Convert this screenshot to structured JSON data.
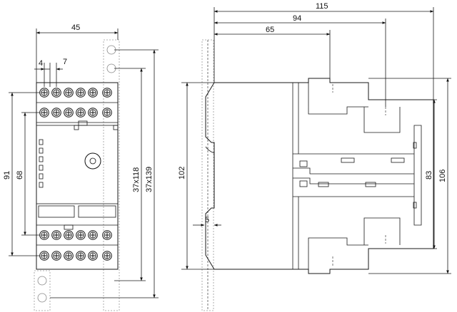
{
  "front_view": {
    "width_label": "45",
    "pitch_left_label": "4",
    "pitch_right_label": "7",
    "height_outer_label": "91",
    "height_inner_label": "68",
    "height_118_label": "37x118",
    "height_139_label": "37x139"
  },
  "side_view": {
    "depth_115_label": "115",
    "depth_94_label": "94",
    "depth_65_label": "65",
    "height_102_label": "102",
    "height_83_label": "83",
    "height_106_label": "106",
    "rail_offset_label": "5"
  }
}
